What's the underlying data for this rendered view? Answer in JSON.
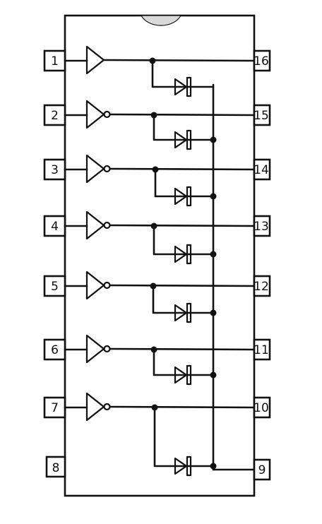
{
  "diagram": {
    "left_pins": [
      {
        "number": "1",
        "inverting": false
      },
      {
        "number": "2",
        "inverting": true
      },
      {
        "number": "3",
        "inverting": true
      },
      {
        "number": "4",
        "inverting": true
      },
      {
        "number": "5",
        "inverting": true
      },
      {
        "number": "6",
        "inverting": true
      },
      {
        "number": "7",
        "inverting": true
      },
      {
        "number": "8",
        "inverting": false
      }
    ],
    "right_pins": [
      "16",
      "15",
      "14",
      "13",
      "12",
      "11",
      "10",
      "9"
    ]
  }
}
